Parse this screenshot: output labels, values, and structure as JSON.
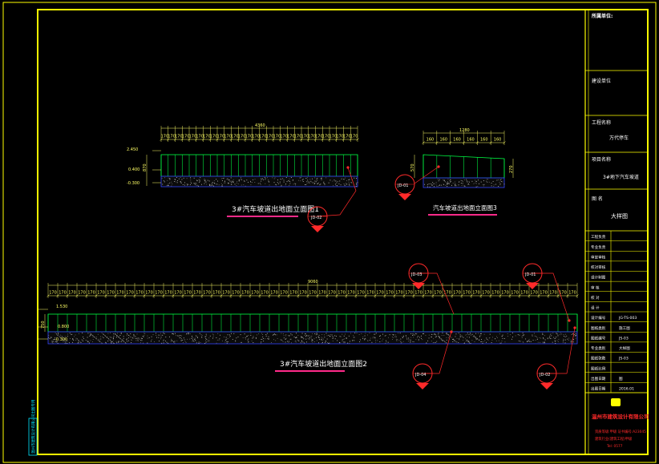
{
  "title_block": {
    "top_label": "所属单位:",
    "build_unit_label": "建设单位",
    "project_name_label": "工程名称",
    "project_name": "万代停车",
    "project_item_label": "项目名称",
    "project_item": "3#地下汽车坡道",
    "drawing_name_label": "图  名",
    "drawing_name": "大样图",
    "rows": [
      {
        "label": "工程负责",
        "value": ""
      },
      {
        "label": "专业负责",
        "value": ""
      },
      {
        "label": "审定审核",
        "value": ""
      },
      {
        "label": "校对审核",
        "value": ""
      },
      {
        "label": "设计制图",
        "value": ""
      },
      {
        "label": "审  核",
        "value": ""
      },
      {
        "label": "校  对",
        "value": ""
      },
      {
        "label": "设  计",
        "value": ""
      },
      {
        "label": "设计编号",
        "value": "JG-TS-003"
      },
      {
        "label": "图纸类别",
        "value": "施工图"
      },
      {
        "label": "图纸编号",
        "value": "JS-03"
      },
      {
        "label": "专业类别",
        "value": "大样图"
      },
      {
        "label": "图纸张数",
        "value": "JS-03"
      },
      {
        "label": "图纸比例",
        "value": ""
      },
      {
        "label": "出图日期",
        "value": "图"
      },
      {
        "label": "出图日期",
        "value": "2016.01"
      }
    ],
    "company": "温州市建筑设计有限公司",
    "company_line1": "资质等级:甲级 证书编号:A23045",
    "company_line2": "建筑行业(建筑工程)甲级",
    "company_line3": "Tel: 0577"
  },
  "elevation1": {
    "title": "3#汽车坡道出地面立面图1",
    "overall_dim": "4360",
    "level_top": "2.450",
    "level_mid": "0.400",
    "level_low": "-0.300",
    "height_dim": "870",
    "spacing_labels": [
      "170",
      "170",
      "170",
      "170",
      "170",
      "170",
      "170",
      "170",
      "170",
      "170",
      "170",
      "170",
      "170",
      "170",
      "170",
      "170",
      "170",
      "170",
      "170",
      "170",
      "170",
      "170",
      "170",
      "170",
      "170",
      "170",
      "170",
      "170"
    ],
    "callout": "JD-02"
  },
  "elevation3": {
    "title": "汽车坡道出地面立面图3",
    "overall_dim": "1280",
    "height_dim": "570",
    "right_dim": "270",
    "spacing_labels": [
      "160",
      "160",
      "160",
      "160",
      "160",
      "160"
    ],
    "callout": "JD-01"
  },
  "elevation2": {
    "title": "3#汽车坡道出地面立面图2",
    "overall_dim": "9060",
    "level_top": "1.530",
    "level_mid": "0.800",
    "level_low": "-0.300",
    "height_dim": "750",
    "spacing_labels": [
      "170",
      "170",
      "170",
      "170",
      "170",
      "170",
      "170",
      "170",
      "170",
      "170",
      "170",
      "170",
      "170",
      "170",
      "170",
      "170",
      "170",
      "170",
      "170",
      "170",
      "170",
      "170",
      "170",
      "170",
      "170",
      "170",
      "170",
      "170",
      "170",
      "170",
      "170",
      "170",
      "170",
      "170",
      "170",
      "170",
      "170",
      "170",
      "170",
      "170",
      "170",
      "170",
      "170",
      "170",
      "170",
      "170",
      "170",
      "170",
      "170",
      "170",
      "170",
      "170",
      "170",
      "170",
      "170"
    ],
    "callouts": [
      "JD-03",
      "JD-01",
      "JD-04",
      "JD-02"
    ]
  },
  "left_strip_text": "温州市建筑设计有限公司出图专用",
  "colors": {
    "frame": "#ffff00",
    "dimension": "#ffff66",
    "title_underline": "#ff2a8a",
    "callout": "#ff2a2a",
    "railing": "#00ff44",
    "ground": "#3344ff"
  }
}
